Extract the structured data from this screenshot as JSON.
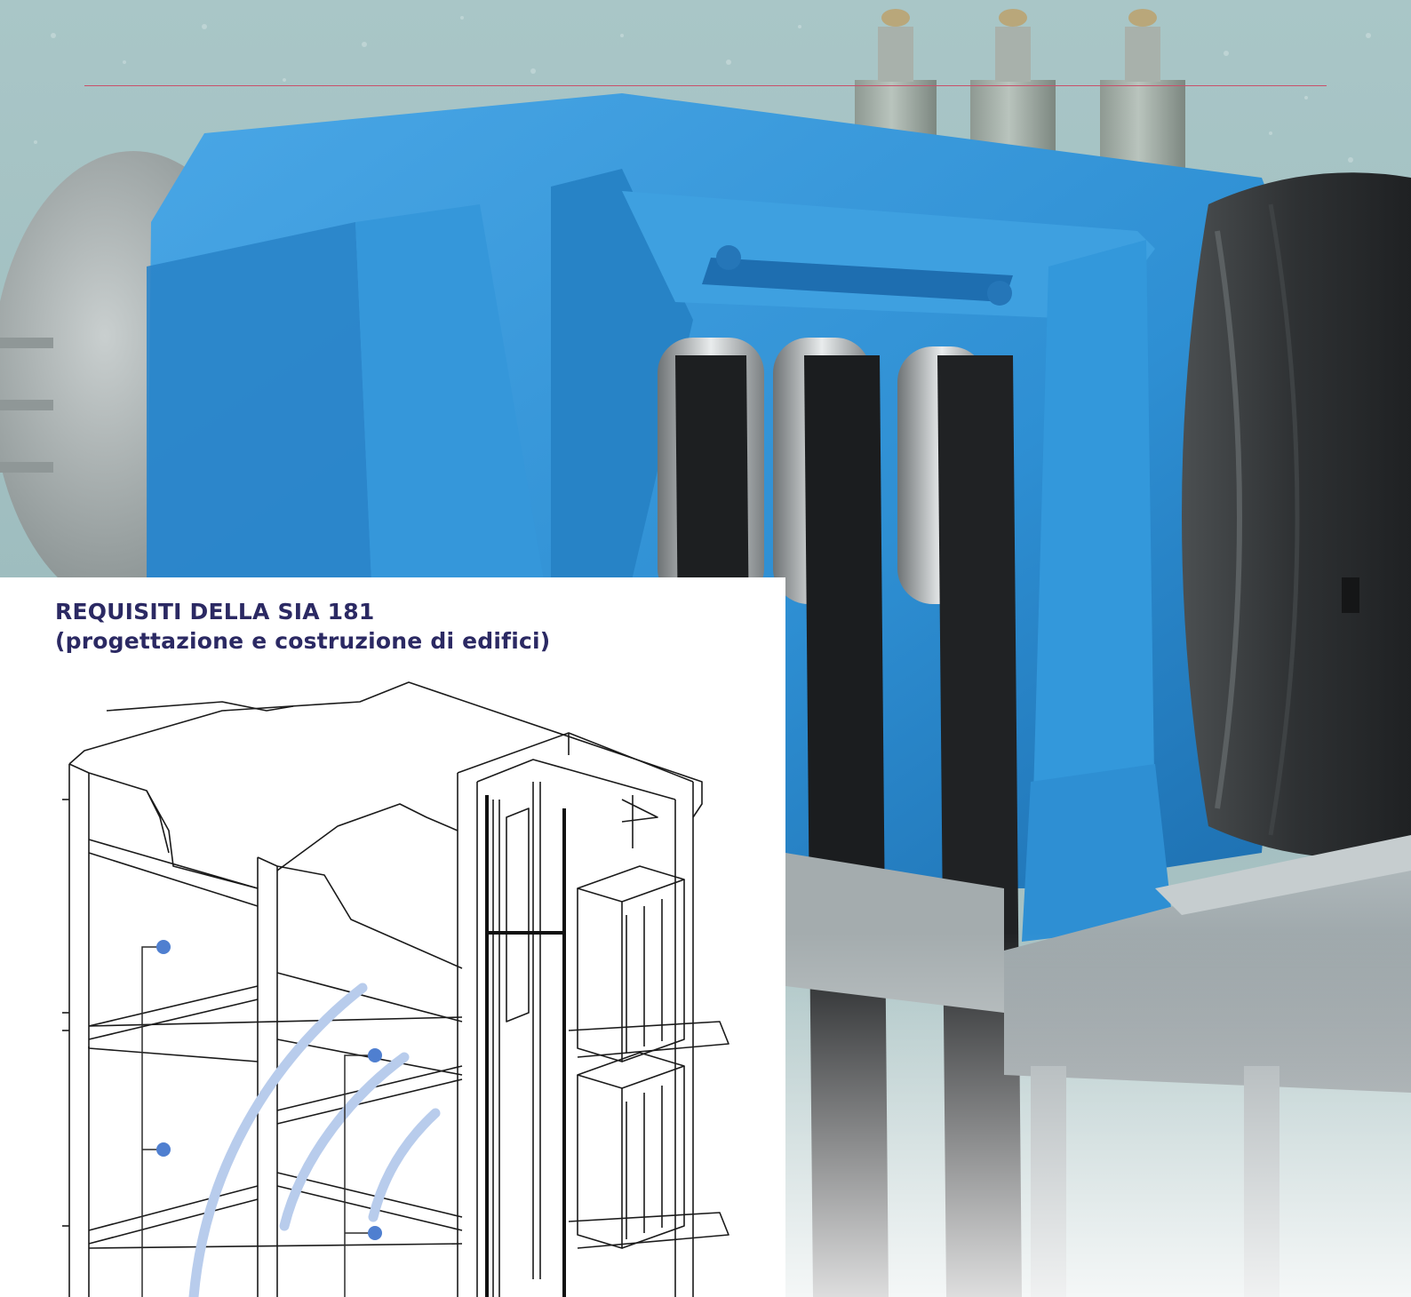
{
  "heading": {
    "line1": "REQUISITI DELLA SIA 181",
    "line2": "(progettazione e costruzione di edifici)"
  },
  "images": {
    "photo": "elevator-traction-machine-photo",
    "drawing": "building-elevator-shaft-line-drawing"
  },
  "colors": {
    "heading": "#2b2963",
    "machine_blue": "#2e8fd3",
    "wall": "#9fc0c2",
    "rule": "#c9506a",
    "marker": "#4f7fd0",
    "sound_wave": "#b8ccec"
  }
}
